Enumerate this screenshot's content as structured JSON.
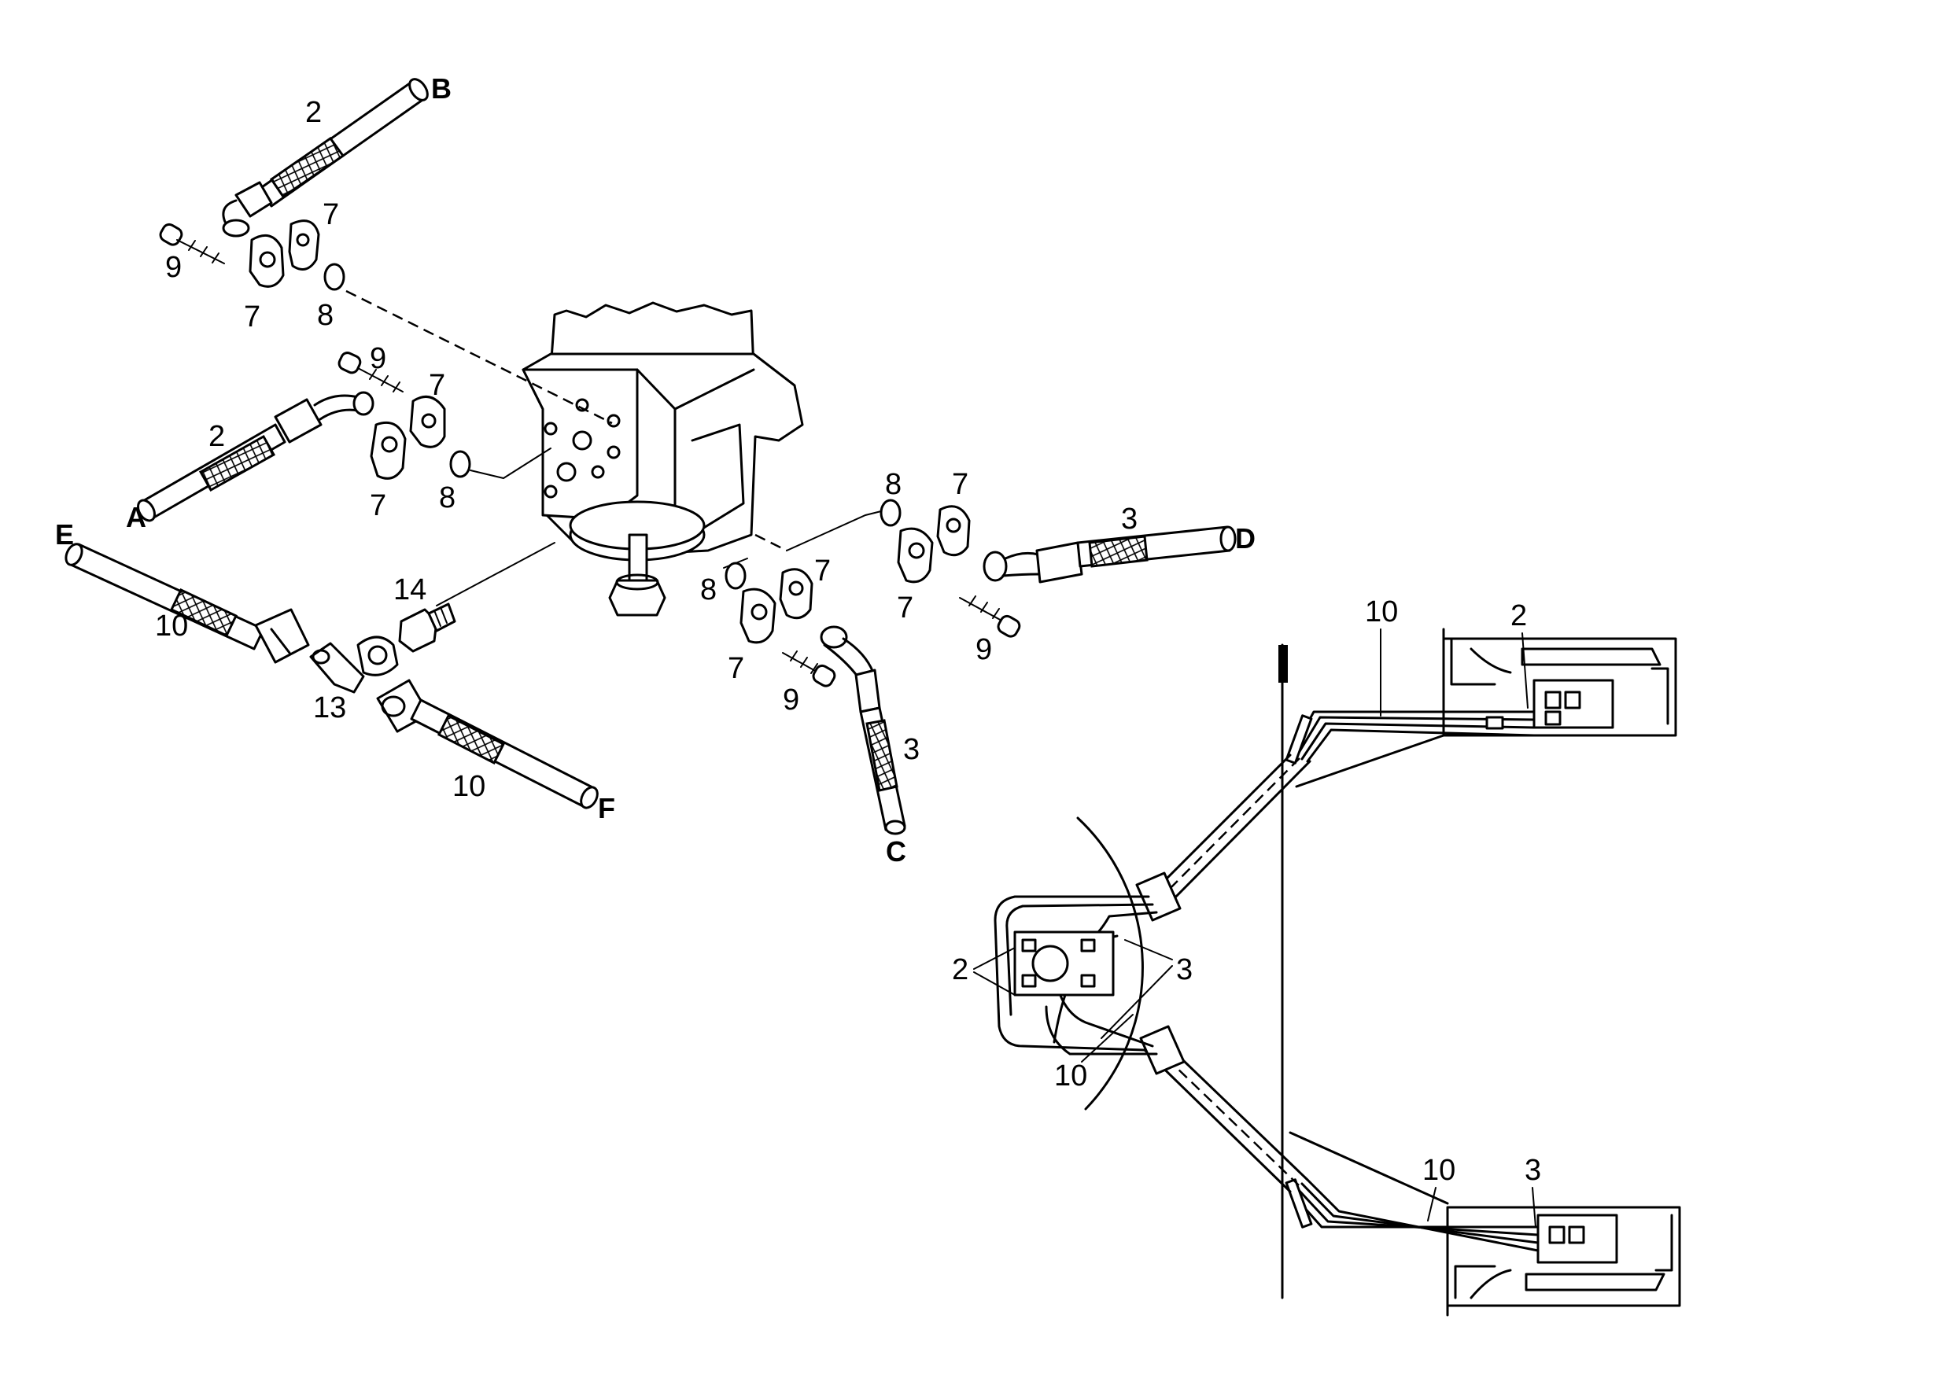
{
  "labels": {
    "hose_b_callout": "2",
    "letter_b": "B",
    "top_clamp_upper": "7",
    "top_screw": "9",
    "top_clamp_lower": "7",
    "top_oring": "8",
    "mid_screw": "9",
    "mid_clamp_upper": "7",
    "hose_a_callout": "2",
    "letter_a": "A",
    "mid_clamp_lower": "7",
    "mid_oring": "8",
    "letter_e": "E",
    "hose_e_callout": "10",
    "adapter_callout": "14",
    "banjo_callout": "13",
    "hose_f_callout": "10",
    "letter_f": "F",
    "right_oring_upper": "8",
    "right_clamp_upper": "7",
    "hose_d_callout": "3",
    "letter_d": "D",
    "right_clamp_lower": "7",
    "right_screw": "9",
    "low_oring": "8",
    "low_clamp_upper": "7",
    "low_clamp_lower": "7",
    "low_screw": "9",
    "hose_c_callout": "3",
    "letter_c": "C",
    "route_top_10": "10",
    "route_top_2": "2",
    "route_left_2": "2",
    "route_left_3": "3",
    "route_left_10": "10",
    "route_bottom_10": "10",
    "route_bottom_3": "3"
  }
}
